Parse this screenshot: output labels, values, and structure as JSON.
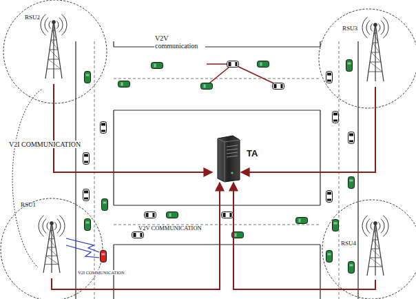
{
  "diagram": {
    "nodes": [
      {
        "text": [
          "RSU2"
        ]
      },
      {
        "text": [
          "RSU3"
        ]
      },
      {
        "text": [
          "TA"
        ]
      },
      {
        "text": [
          "RSU1"
        ]
      },
      {
        "text": [
          "RSU4"
        ]
      }
    ],
    "edges": [
      {
        "from": 0,
        "to": 2,
        "arrow": "to"
      },
      {
        "from": 1,
        "to": 2,
        "arrow": "to"
      },
      {
        "from": 3,
        "to": 2,
        "arrow": "to"
      },
      {
        "from": 4,
        "to": 2,
        "arrow": "to"
      }
    ],
    "labels": [
      "V2V communication",
      "V2I COMMUNICATION",
      "V2V COMMUNICATION",
      "V2I COMMUNICATION"
    ]
  }
}
